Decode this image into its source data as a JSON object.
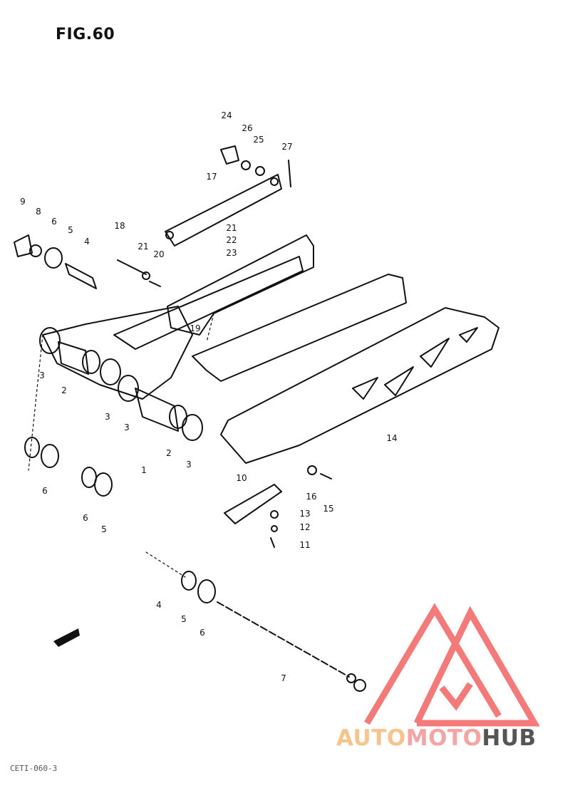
{
  "figure": {
    "title": "FIG.60",
    "code": "CETI-060-3"
  },
  "fwd_label": "FWD",
  "brand": {
    "part1": "AUTO",
    "part2": "MOTO",
    "part3": "HUB",
    "colors": {
      "auto": "#f6c58d",
      "moto": "#f5a3a3",
      "hub": "#555555",
      "logo": "#f47a7a"
    }
  },
  "callouts": [
    "24",
    "26",
    "25",
    "27",
    "17",
    "9",
    "8",
    "6",
    "5",
    "4",
    "18",
    "21",
    "20",
    "21",
    "22",
    "23",
    "19",
    "3",
    "2",
    "3",
    "3",
    "2",
    "3",
    "1",
    "14",
    "6",
    "6",
    "5",
    "10",
    "13",
    "12",
    "11",
    "16",
    "15",
    "4",
    "5",
    "6",
    "7"
  ]
}
